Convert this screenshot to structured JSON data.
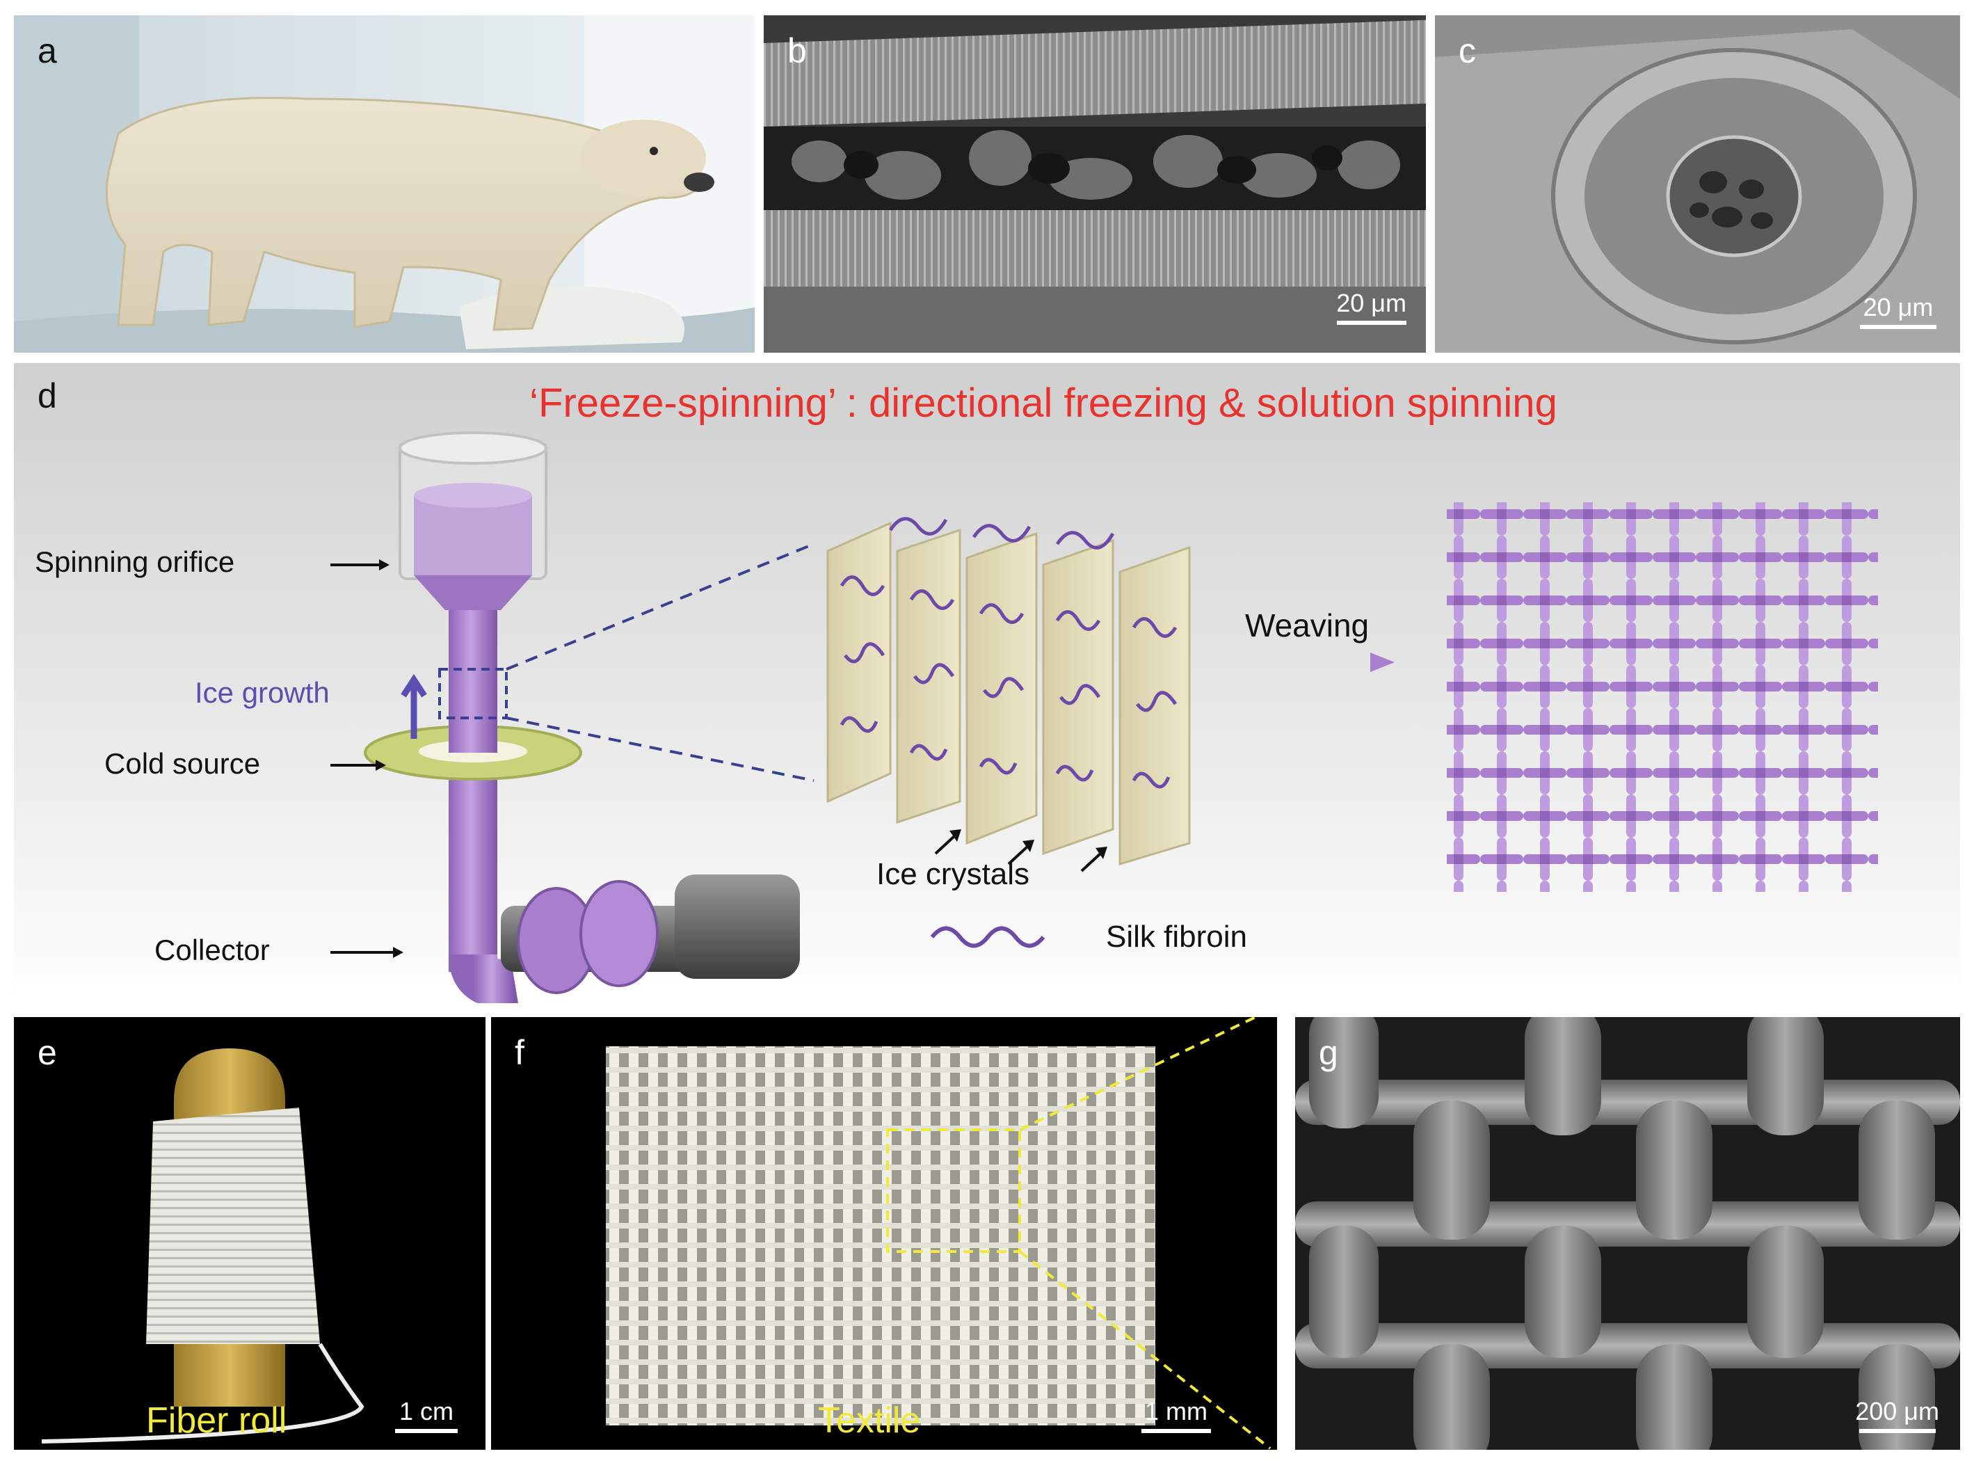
{
  "panel_a": {
    "label": "a"
  },
  "panel_b": {
    "label": "b",
    "scale": "20 μm"
  },
  "panel_c": {
    "label": "c",
    "scale": "20 μm"
  },
  "panel_d": {
    "label": "d",
    "title": "‘Freeze-spinning’ : directional freezing & solution spinning",
    "spinning_orifice": "Spinning orifice",
    "ice_growth": "Ice growth",
    "cold_source": "Cold source",
    "collector": "Collector",
    "ice_crystals": "Ice crystals",
    "silk_fibroin": "Silk fibroin",
    "weaving": "Weaving",
    "colors": {
      "title": "#e8322e",
      "fiber": "#a97fce",
      "ice_growth": "#5a4fb0",
      "ring": "#c9d47a",
      "plate": "#e6dfbf"
    }
  },
  "panel_e": {
    "label": "e",
    "caption": "Fiber roll",
    "scale": "1 cm"
  },
  "panel_f": {
    "label": "f",
    "caption": "Textile",
    "scale": "1 mm"
  },
  "panel_g": {
    "label": "g",
    "scale": "200 μm"
  }
}
